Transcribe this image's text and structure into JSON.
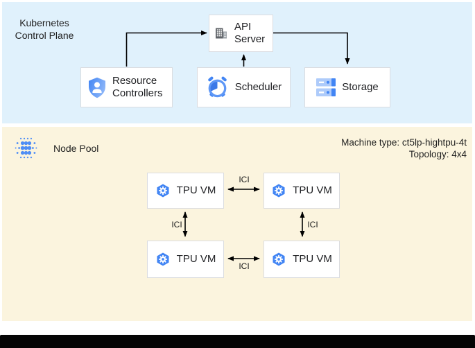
{
  "colors": {
    "control_plane_bg": "#E0F1FC",
    "node_pool_bg": "#FBF4DE",
    "box_border": "#DADCE0",
    "accent_blue": "#4285F4",
    "light_blue": "#AECBFA",
    "icon_gray": "#5F6368",
    "arrow_black": "#000000",
    "bottom_bar": "#050505"
  },
  "control_plane": {
    "label": "Kubernetes Control Plane",
    "boxes": {
      "api_server": {
        "label": "API Server",
        "icon": "building-icon"
      },
      "resource_controllers": {
        "label": "Resource Controllers",
        "icon": "shield-user-icon"
      },
      "scheduler": {
        "label": "Scheduler",
        "icon": "alarm-clock-icon"
      },
      "storage": {
        "label": "Storage",
        "icon": "disks-icon"
      }
    }
  },
  "node_pool": {
    "label": "Node Pool",
    "icon": "node-pool-dots-icon",
    "machine_type": "Machine type: ct5lp-hightpu-4t",
    "topology": "Topology: 4x4",
    "vms": [
      {
        "label": "TPU VM",
        "icon": "gke-hexagon-icon"
      },
      {
        "label": "TPU VM",
        "icon": "gke-hexagon-icon"
      },
      {
        "label": "TPU VM",
        "icon": "gke-hexagon-icon"
      },
      {
        "label": "TPU VM",
        "icon": "gke-hexagon-icon"
      }
    ],
    "links": [
      {
        "label": "ICI",
        "position": "top"
      },
      {
        "label": "ICI",
        "position": "left"
      },
      {
        "label": "ICI",
        "position": "right"
      },
      {
        "label": "ICI",
        "position": "bottom"
      }
    ]
  }
}
